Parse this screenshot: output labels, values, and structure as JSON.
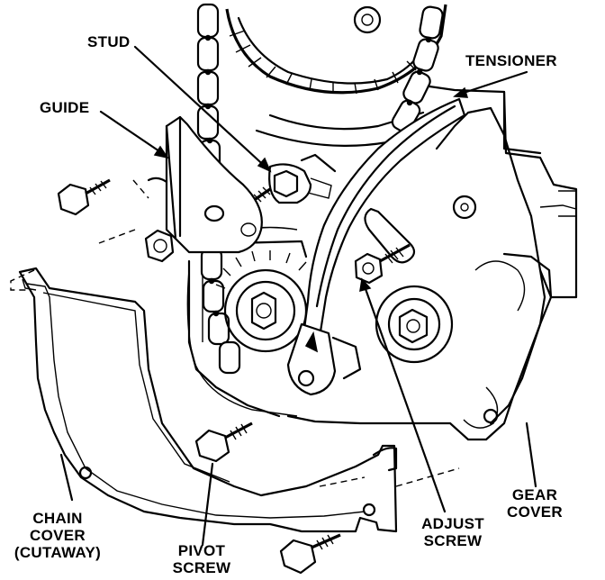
{
  "labels": {
    "stud": "STUD",
    "guide": "GUIDE",
    "tensioner": "TENSIONER",
    "chain_cover": [
      "CHAIN",
      "COVER",
      "(CUTAWAY)"
    ],
    "pivot_screw": [
      "PIVOT",
      "SCREW"
    ],
    "adjust_screw": [
      "ADJUST",
      "SCREW"
    ],
    "gear_cover": [
      "GEAR",
      "COVER"
    ]
  }
}
